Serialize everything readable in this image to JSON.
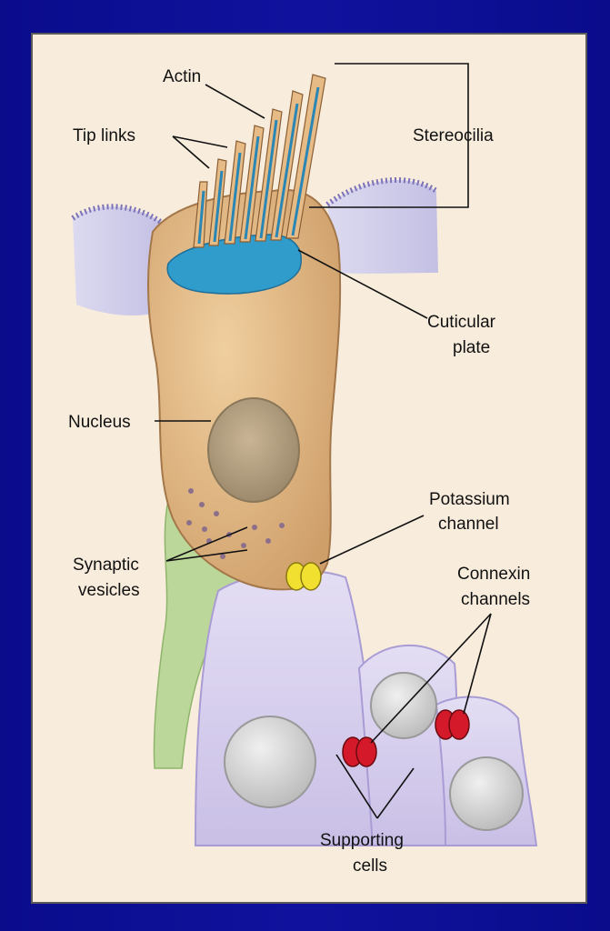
{
  "labels": {
    "actin": "Actin",
    "tip_links": "Tip links",
    "stereocilia": "Stereocilia",
    "cuticular_plate_1": "Cuticular",
    "cuticular_plate_2": "plate",
    "nucleus": "Nucleus",
    "potassium_channel_1": "Potassium",
    "potassium_channel_2": "channel",
    "synaptic_vesicles_1": "Synaptic",
    "synaptic_vesicles_2": "vesicles",
    "connexin_channels_1": "Connexin",
    "connexin_channels_2": "channels",
    "supporting_cells_1": "Supporting",
    "supporting_cells_2": "cells"
  },
  "colors": {
    "background": "#0a0c8c",
    "panel": "#f8eddd",
    "hair_cell": "#e2b884",
    "cuticular_plate": "#2f9ccc",
    "supporting_cells": "#cfc6ea",
    "nerve": "#bcd79a",
    "potassium_channel": "#f2e030",
    "connexin_channels": "#d41a2a"
  }
}
